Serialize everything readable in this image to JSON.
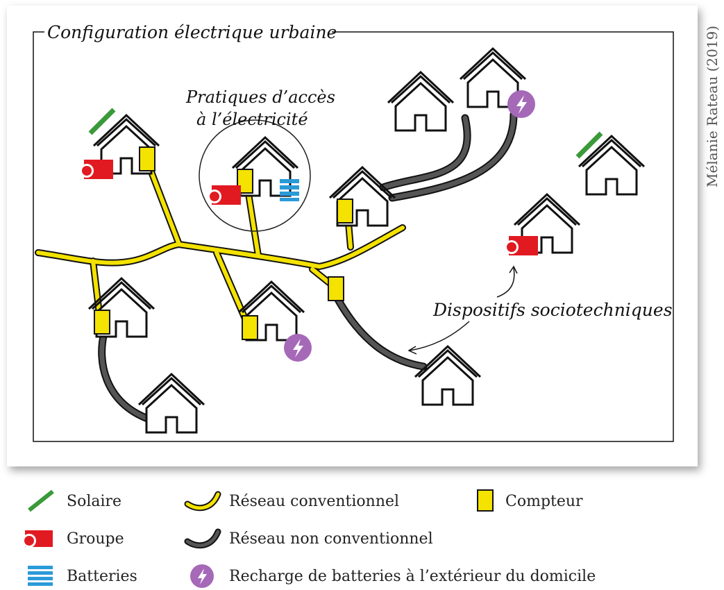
{
  "diagram": {
    "title": "Configuration électrique urbaine",
    "circle_label_line1": "Pratiques d’accès",
    "circle_label_line2": "à l’électricité",
    "devices_label": "Dispositifs sociotechniques",
    "credit": "Mélanie Rateau (2019)"
  },
  "legend": {
    "solar": "Solaire",
    "generator": "Groupe",
    "batteries": "Batteries",
    "conventional_grid": "Réseau conventionnel",
    "nonconventional_grid": "Réseau non conventionnel",
    "charging": "Recharge de batteries à l’extérieur du domicile",
    "meter": "Compteur"
  },
  "colors": {
    "solar": "#3a9a3a",
    "generator": "#e11a22",
    "batteries": "#2a9ad8",
    "conventional_grid": "#f4e200",
    "nonconventional_grid": "#555555",
    "charging": "#a569b8",
    "meter": "#f4e200"
  }
}
